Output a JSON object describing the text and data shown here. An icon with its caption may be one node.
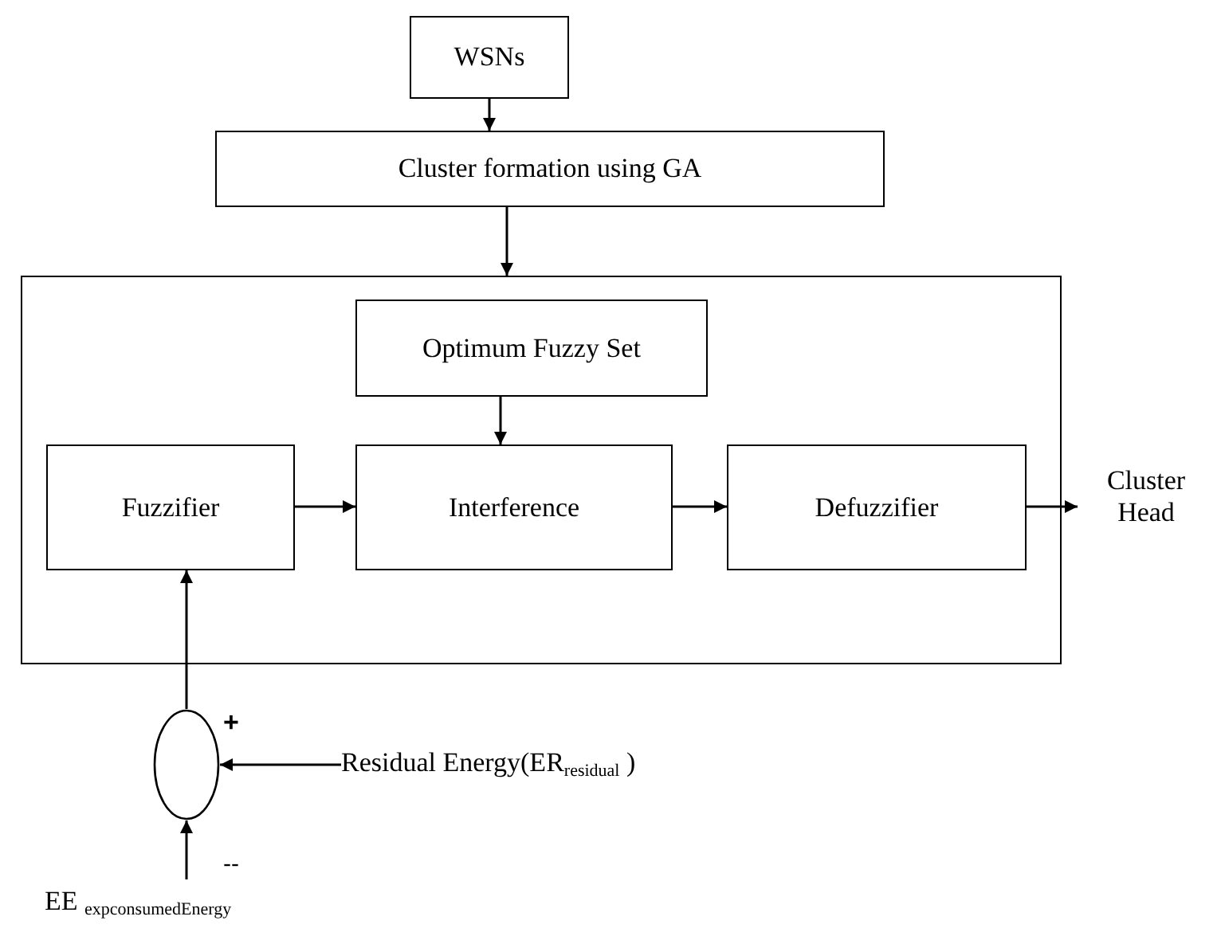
{
  "diagram": {
    "nodes": [
      {
        "text": [
          "WSNs"
        ]
      },
      {
        "text": [
          "Cluster formation using GA"
        ]
      },
      {
        "text": [],
        "shape": "box"
      },
      {
        "text": [
          "Optimum Fuzzy Set"
        ],
        "in": 2
      },
      {
        "text": [
          "Fuzzifier"
        ],
        "in": 2
      },
      {
        "text": [
          "Interference"
        ],
        "in": 2
      },
      {
        "text": [
          "Defuzzifier"
        ],
        "in": 2
      },
      {
        "text": [
          "Cluster Head"
        ]
      },
      {
        "text": [],
        "shape": "circle"
      },
      {
        "text": [
          "Residual Energy(ER$_{residual}$ )"
        ]
      },
      {
        "text": [
          "EE $_{expconsumedEnergy}$"
        ]
      }
    ],
    "edges": [
      {
        "from": 0,
        "to": 1,
        "arrow": "to"
      },
      {
        "from": 1,
        "to": 2,
        "arrow": "to"
      },
      {
        "from": 3,
        "to": 5,
        "arrow": "to"
      },
      {
        "from": 4,
        "to": 5,
        "arrow": "to"
      },
      {
        "from": 5,
        "to": 6,
        "arrow": "to"
      },
      {
        "from": 6,
        "to": 7,
        "arrow": "to"
      },
      {
        "from": 8,
        "to": 4,
        "arrow": "to"
      },
      {
        "from": 9,
        "to": 8,
        "arrow": "to"
      },
      {
        "from": 10,
        "to": 8,
        "arrow": "to"
      }
    ],
    "labels": [
      "+",
      "--"
    ]
  }
}
